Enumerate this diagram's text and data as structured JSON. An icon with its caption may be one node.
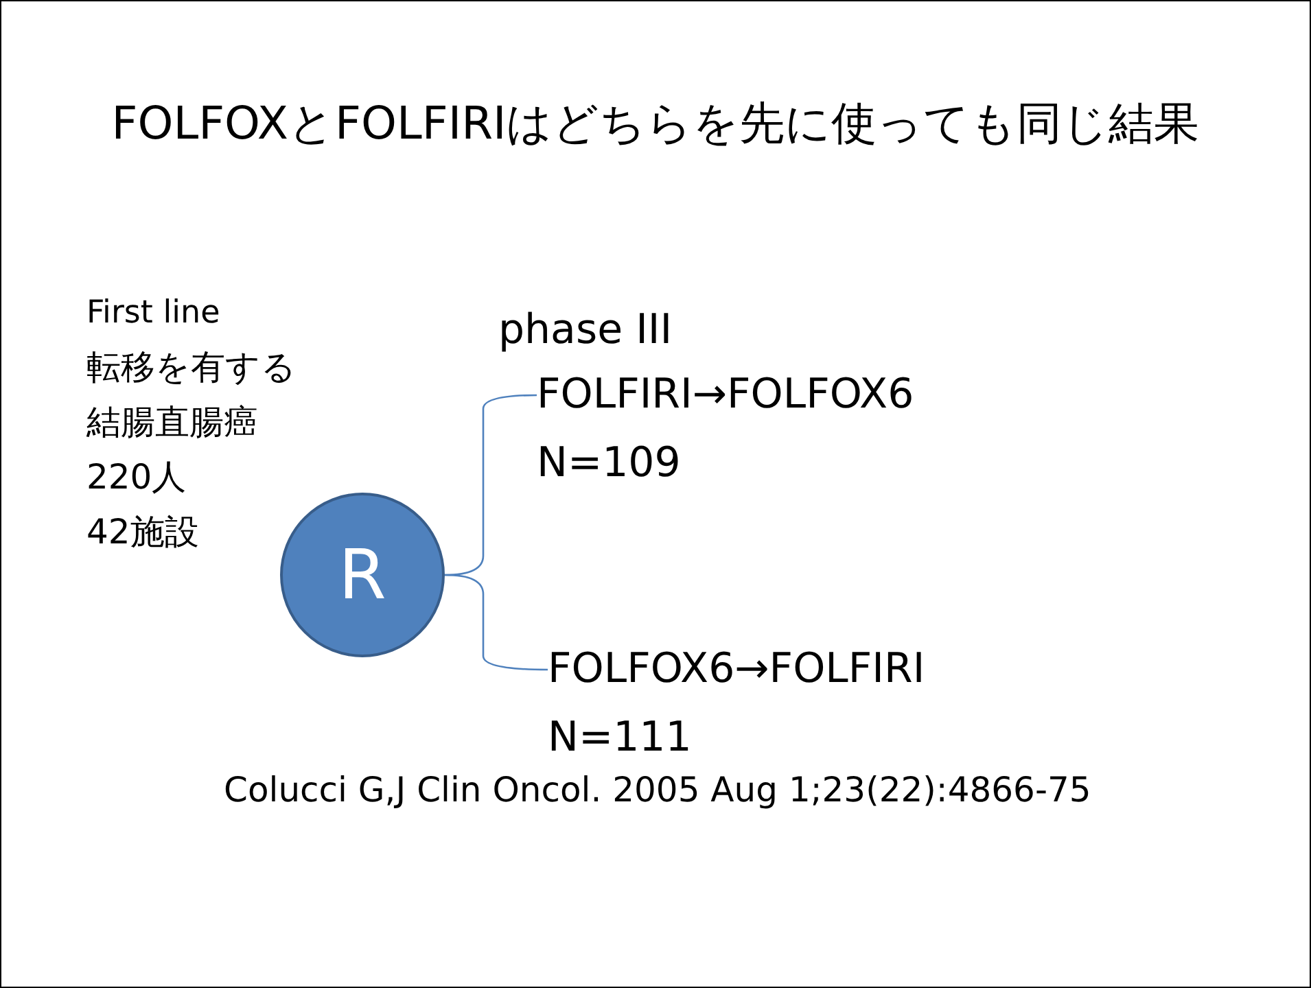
{
  "diagram": {
    "title": "FOLFOXとFOLFIRIはどちらを先に使っても同じ結果",
    "nodes": [
      {
        "text": [
          "R"
        ]
      },
      {
        "text": [
          "FOLFIRI→FOLFOX6",
          "N=109"
        ]
      },
      {
        "text": [
          "FOLFOX6→FOLFIRI",
          "N=111"
        ]
      }
    ],
    "edges": [
      {
        "from": 0,
        "to": 1,
        "arrow": "none"
      },
      {
        "from": 0,
        "to": 2,
        "arrow": "none"
      }
    ],
    "labels": [
      "First line",
      "転移を有する",
      "結腸直腸癌",
      "220人",
      "42施設",
      "phase III"
    ],
    "caption": "Colucci G,J Clin Oncol. 2005 Aug 1;23(22):4866-75"
  }
}
